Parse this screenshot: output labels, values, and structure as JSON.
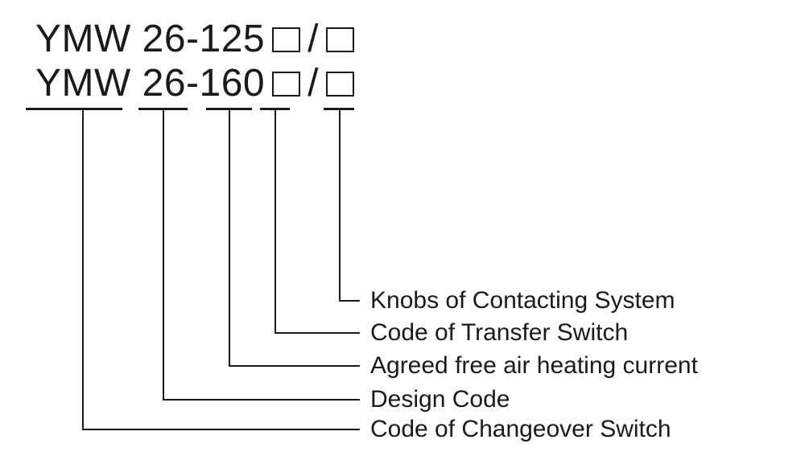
{
  "title_lines": [
    {
      "code": "YMW 26-125",
      "separator": "/"
    },
    {
      "code": "YMW 26-160",
      "separator": "/"
    }
  ],
  "labels": [
    {
      "text": "Knobs of Contacting System"
    },
    {
      "text": "Code of Transfer Switch"
    },
    {
      "text": "Agreed free air heating current"
    },
    {
      "text": "Design Code"
    },
    {
      "text": "Code of Changeover Switch"
    }
  ],
  "colors": {
    "ink": "#1a1a1a",
    "background": "#ffffff"
  }
}
